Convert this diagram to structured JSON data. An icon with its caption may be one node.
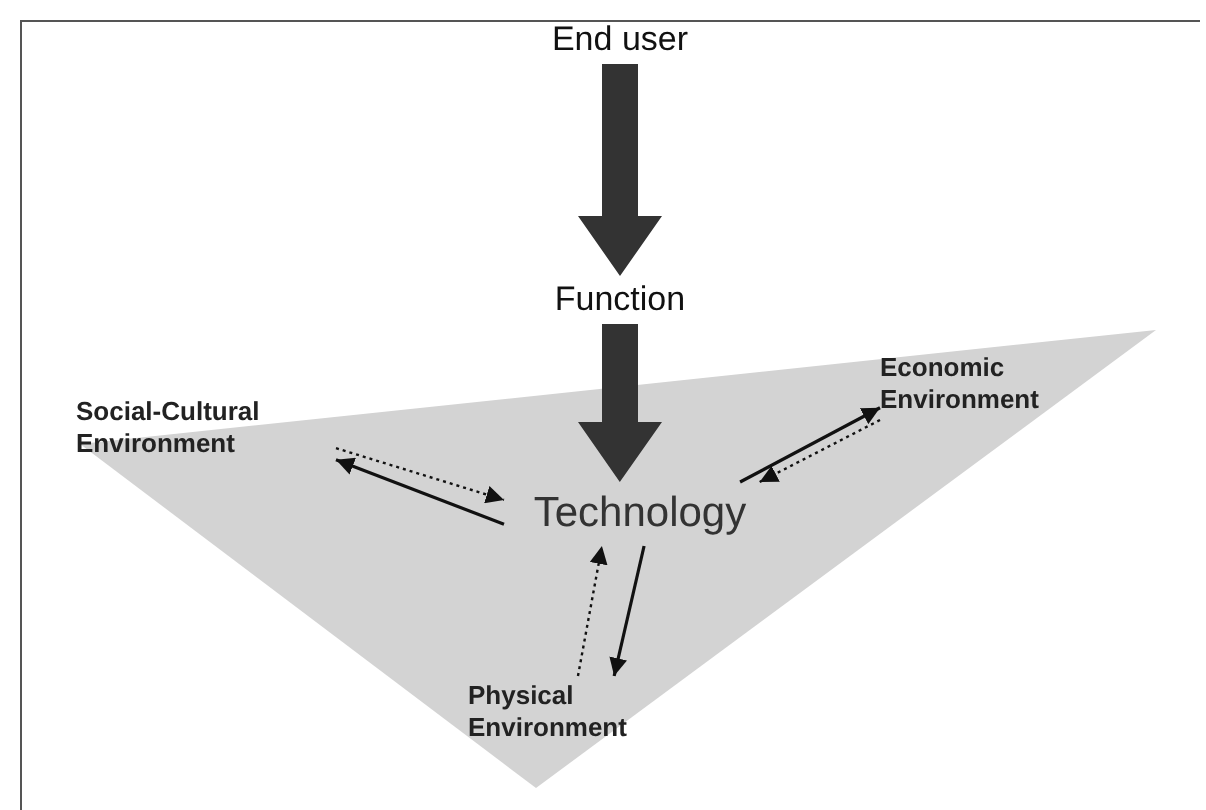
{
  "diagram": {
    "nodes": [
      {
        "text": [
          "End user"
        ]
      },
      {
        "text": [
          "Function"
        ]
      },
      {
        "text": [
          "Technology"
        ]
      },
      {
        "text": [
          "Social-Cultural Environment"
        ]
      },
      {
        "text": [
          "Economic Environment"
        ]
      },
      {
        "text": [
          "Physical Environment"
        ]
      }
    ],
    "edges": [
      {
        "from": 0,
        "to": 1,
        "arrow": "to",
        "style": "thick"
      },
      {
        "from": 1,
        "to": 2,
        "arrow": "to",
        "style": "thick"
      },
      {
        "from": 3,
        "to": 2,
        "arrow": "to",
        "style": "dashed"
      },
      {
        "from": 2,
        "to": 3,
        "arrow": "to"
      },
      {
        "from": 2,
        "to": 4,
        "arrow": "to"
      },
      {
        "from": 4,
        "to": 2,
        "arrow": "to",
        "style": "dashed"
      },
      {
        "from": 2,
        "to": 5,
        "arrow": "to"
      },
      {
        "from": 5,
        "to": 2,
        "arrow": "to",
        "style": "dashed"
      }
    ]
  }
}
